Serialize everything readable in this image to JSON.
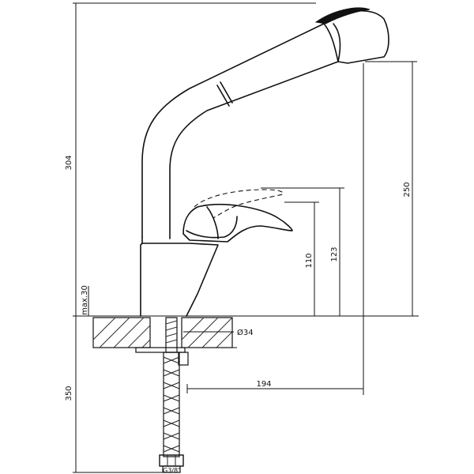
{
  "dimensions": {
    "total_height": "304",
    "spout_height": "250",
    "handle_height": "123",
    "body_height": "110",
    "max_thickness": "max.30",
    "hole_diameter": "Ø34",
    "reach": "194",
    "hose_length": "350",
    "connection": "G3/8\""
  }
}
